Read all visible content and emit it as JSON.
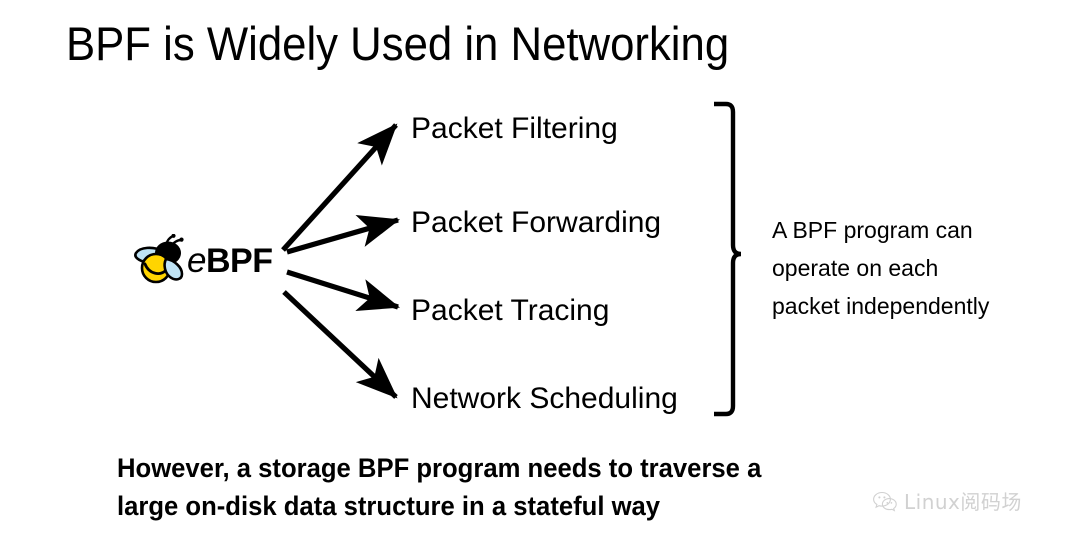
{
  "slide": {
    "title": "BPF is Widely Used in Networking",
    "background_color": "#ffffff",
    "text_color": "#000000"
  },
  "logo": {
    "name": "eBPF",
    "prefix": "e",
    "wordmark": "BPF",
    "bee": {
      "body_color": "#FFD400",
      "head_color": "#000000",
      "wing_color": "#BFE3F5",
      "outline_color": "#000000"
    }
  },
  "branches": [
    {
      "label": "Packet Filtering"
    },
    {
      "label": "Packet Forwarding"
    },
    {
      "label": "Packet Tracing"
    },
    {
      "label": "Network Scheduling"
    }
  ],
  "side_note": {
    "lines": [
      "A BPF program can",
      "operate on each",
      "packet independently"
    ]
  },
  "bottom_statement": {
    "lines": [
      "However, a storage BPF program needs to traverse a",
      "large on-disk data structure in a stateful way"
    ]
  },
  "watermark": {
    "text": "Linux阅码场",
    "color": "#9a9a9a"
  }
}
